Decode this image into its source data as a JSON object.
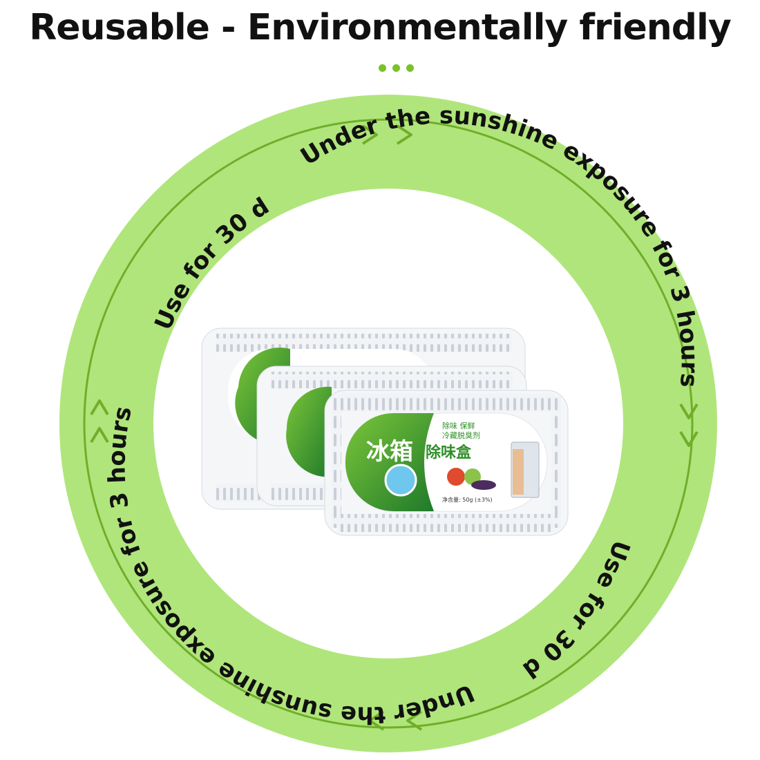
{
  "header": {
    "title": "Reusable - Environmentally friendly"
  },
  "colors": {
    "ring": "#b0e57b",
    "arrow": "#6fae2a",
    "dots": "#7bc12a",
    "brand_green": "#2f8f2a"
  },
  "cycle": {
    "top_right_text": "Under the sunshine exposure for 3 hours",
    "top_left_text": "Use for 30 days",
    "bottom_right_text": "Use for 30 days",
    "bottom_left_text": "Under the sunshine exposure for 3 hours"
  },
  "product": {
    "brand_cn": "冰箱",
    "name_cn": "除味盒",
    "tag_cn_1": "除味 保鲜",
    "tag_cn_2": "冷藏脱臭剂",
    "weight": "净含量: 50g (±3%)"
  }
}
